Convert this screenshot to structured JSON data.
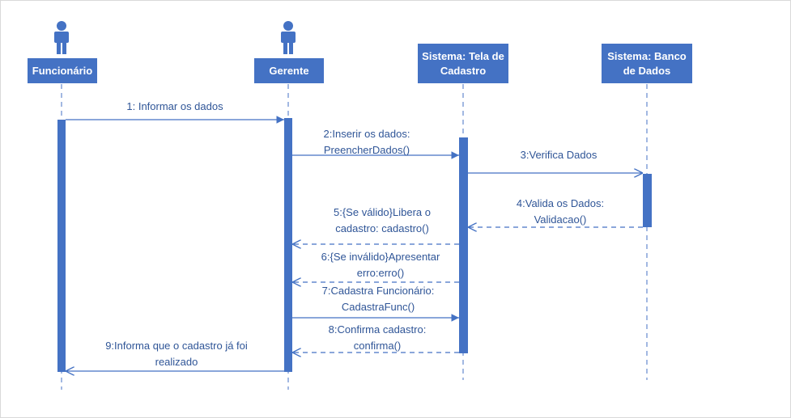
{
  "colors": {
    "accent": "#4472c4",
    "text": "#2f5597"
  },
  "lifelines": [
    {
      "name": "Funcionário",
      "icon": "actor-icon"
    },
    {
      "name": "Gerente",
      "icon": "actor-icon"
    },
    {
      "name": "Sistema: Tela de Cadastro"
    },
    {
      "name": "Sistema: Banco de Dados"
    }
  ],
  "messages": [
    {
      "label": "1: Informar os dados"
    },
    {
      "label": "2:Inserir os dados: PreencherDados()"
    },
    {
      "label": "3:Verifica Dados"
    },
    {
      "label": "4:Valida os Dados: Validacao()"
    },
    {
      "label": "5:{Se válido}Libera o cadastro: cadastro()"
    },
    {
      "label": "6:{Se inválido}Apresentar erro:erro()"
    },
    {
      "label": "7:Cadastra Funcionário: CadastraFunc()"
    },
    {
      "label": "8:Confirma cadastro: confirma()"
    },
    {
      "label": "9:Informa que o cadastro já foi realizado"
    }
  ]
}
